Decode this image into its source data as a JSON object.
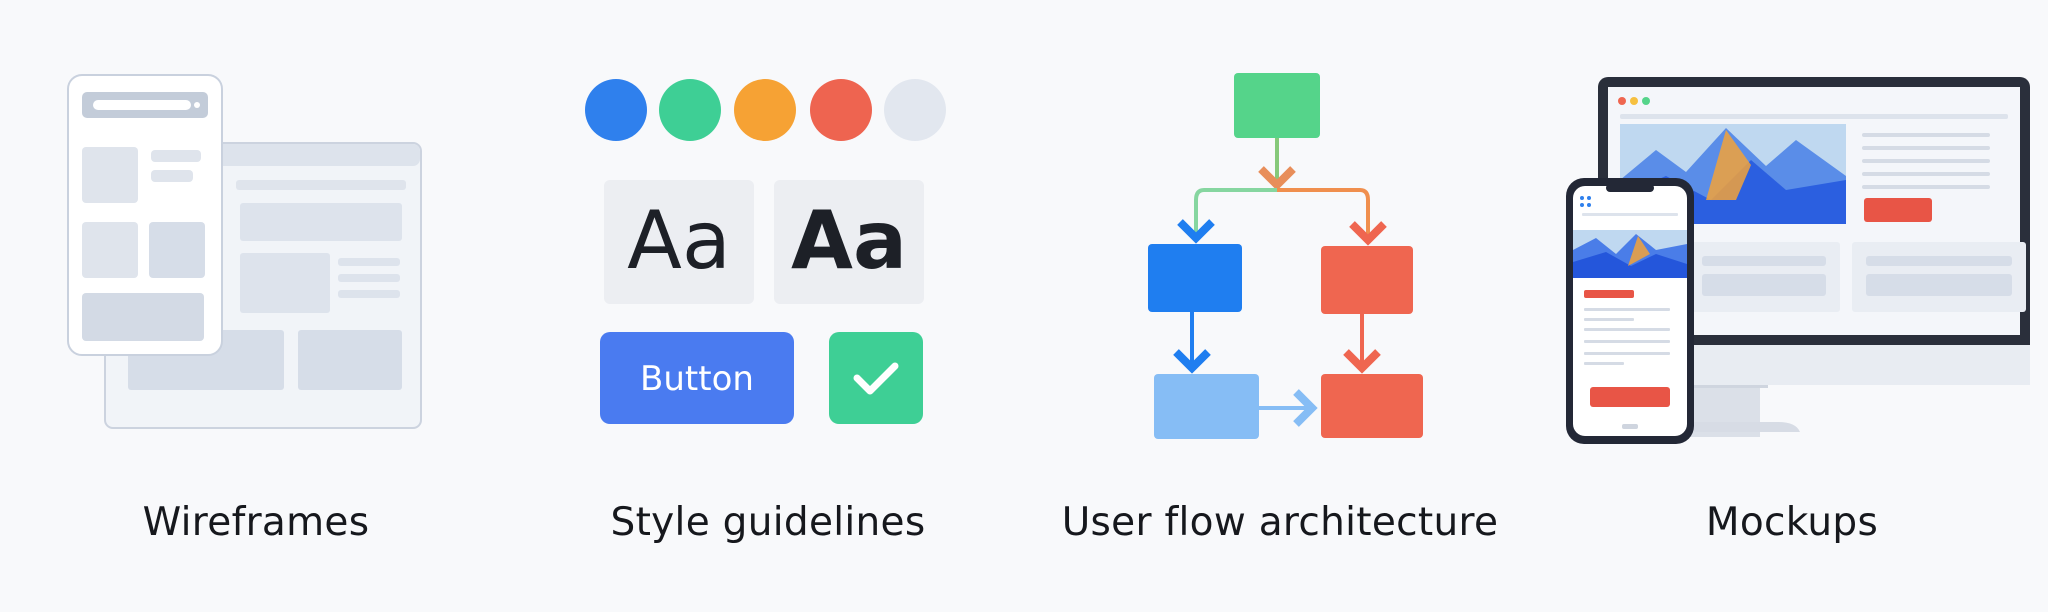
{
  "captions": {
    "wireframes": "Wireframes",
    "style_guidelines": "Style guidelines",
    "user_flow": "User flow architecture",
    "mockups": "Mockups"
  },
  "style_guide": {
    "swatches": [
      "#2f80ed",
      "#3ecf95",
      "#f6a234",
      "#ee6450",
      "#e2e7ef"
    ],
    "type_sample_regular": "Aa",
    "type_sample_bold": "Aa",
    "button_label": "Button",
    "button_color": "#4a7bf0",
    "check_color": "#3ecf95"
  },
  "flow": {
    "colors": {
      "start": "#55d48a",
      "blue": "#1f7ef0",
      "light_blue": "#86bdf5",
      "red": "#ef6650"
    }
  },
  "icons": {
    "check": "check-icon",
    "arrow": "arrow-icon"
  }
}
